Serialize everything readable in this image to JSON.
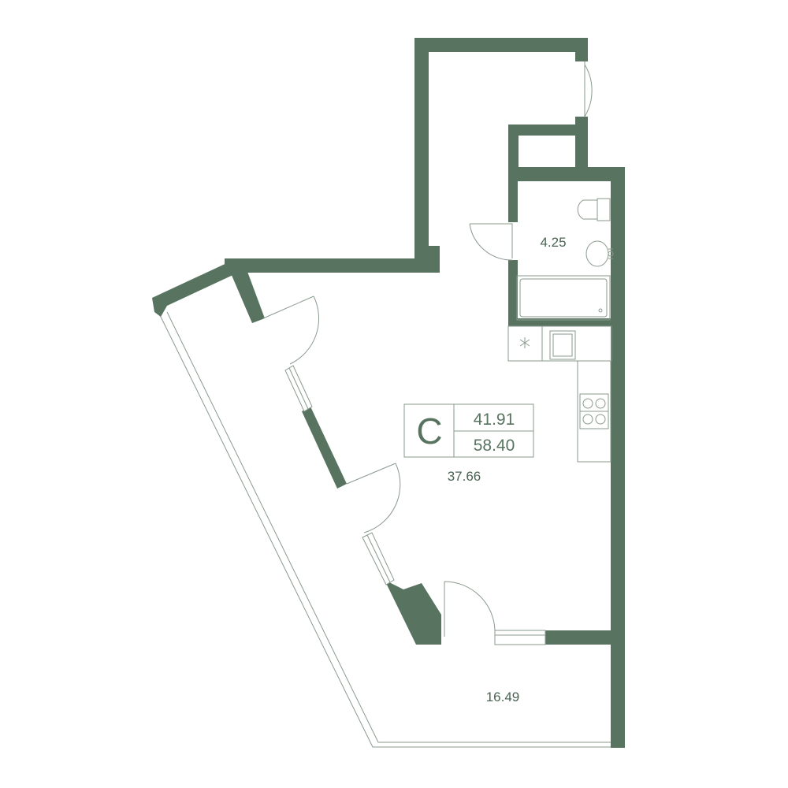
{
  "colors": {
    "wall": "#587460",
    "text": "#4a6352",
    "thin_line": "#8a9a8e"
  },
  "apartment": {
    "type_letter": "C",
    "living_area": "41.91",
    "total_area": "58.40"
  },
  "rooms": {
    "main_room_area": "37.66",
    "bathroom_area": "4.25",
    "balcony_area": "16.49"
  },
  "icons": {
    "ventilation": "asterisk-vent-icon",
    "fridge": "fridge-icon",
    "stove": "stove-icon",
    "toilet": "toilet-icon",
    "sink": "sink-icon",
    "bathtub": "bathtub-icon"
  }
}
